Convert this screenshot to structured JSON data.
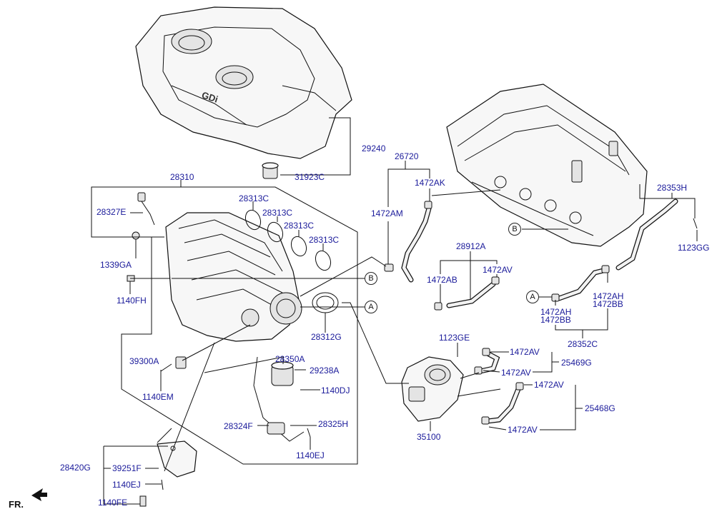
{
  "labels": {
    "l29240": "29240",
    "l31923C": "31923C",
    "l28310": "28310",
    "l28313C_1": "28313C",
    "l28313C_2": "28313C",
    "l28313C_3": "28313C",
    "l28313C_4": "28313C",
    "l28327E": "28327E",
    "l1339GA": "1339GA",
    "l1140FH": "1140FH",
    "l28312G": "28312G",
    "l39300A": "39300A",
    "l1140EM": "1140EM",
    "l28350A": "28350A",
    "l29238A": "29238A",
    "l1140DJ": "1140DJ",
    "l28324F": "28324F",
    "l28325H": "28325H",
    "l1140EJ_1": "1140EJ",
    "l28420G": "28420G",
    "l39251F": "39251F",
    "l1140EJ_2": "1140EJ",
    "l1140FE": "1140FE",
    "l26720": "26720",
    "l1472AK": "1472AK",
    "l1472AM": "1472AM",
    "l28912A": "28912A",
    "l1472AB": "1472AB",
    "l1472AV_1": "1472AV",
    "l28353H": "28353H",
    "l1123GG": "1123GG",
    "l1472AH_1": "1472AH",
    "l1472BB_1": "1472BB",
    "l1472AH_2": "1472AH",
    "l1472BB_2": "1472BB",
    "l28352C": "28352C",
    "l1123GE": "1123GE",
    "l1472AV_2": "1472AV",
    "l25469G": "25469G",
    "l1472AV_3": "1472AV",
    "l1472AV_4": "1472AV",
    "l25468G": "25468G",
    "l1472AV_5": "1472AV",
    "l35100": "35100"
  },
  "refs": {
    "b1": "B",
    "b2": "B",
    "a1": "A",
    "a2": "A"
  },
  "cover_mark": "GDi",
  "direction": "FR."
}
